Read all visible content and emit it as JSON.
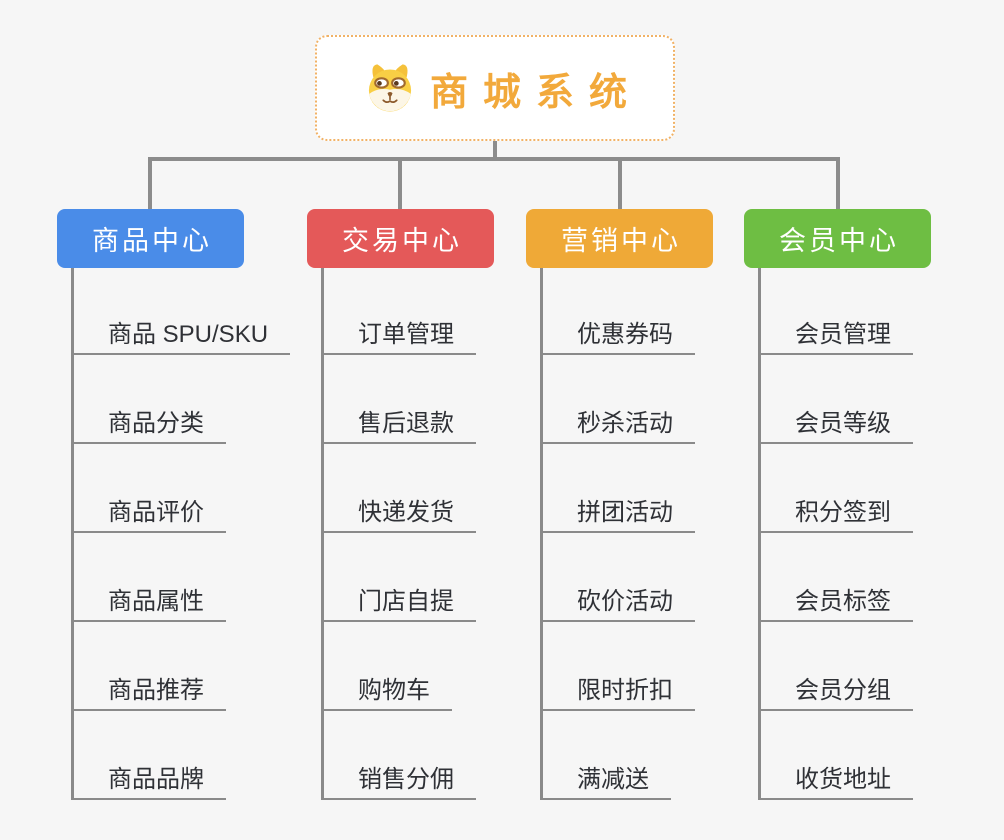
{
  "page": {
    "background": "#F6F6F6",
    "connector_color": "#8C8C8C",
    "leaf_underline_color": "#8A8A8A",
    "leaf_text_color": "#2F3136"
  },
  "root": {
    "title": "商城系统",
    "title_color": "#F2A93B",
    "border_color": "#F1B266",
    "background": "#FFFFFF",
    "icon": "dog-face-icon"
  },
  "branches": [
    {
      "label": "商品中心",
      "color": "#4A8CE8",
      "items": [
        "商品 SPU/SKU",
        "商品分类",
        "商品评价",
        "商品属性",
        "商品推荐",
        "商品品牌"
      ]
    },
    {
      "label": "交易中心",
      "color": "#E45959",
      "items": [
        "订单管理",
        "售后退款",
        "快递发货",
        "门店自提",
        "购物车",
        "销售分佣"
      ]
    },
    {
      "label": "营销中心",
      "color": "#EFA937",
      "items": [
        "优惠券码",
        "秒杀活动",
        "拼团活动",
        "砍价活动",
        "限时折扣",
        "满减送"
      ]
    },
    {
      "label": "会员中心",
      "color": "#6EBE43",
      "items": [
        "会员管理",
        "会员等级",
        "积分签到",
        "会员标签",
        "会员分组",
        "收货地址"
      ]
    }
  ]
}
